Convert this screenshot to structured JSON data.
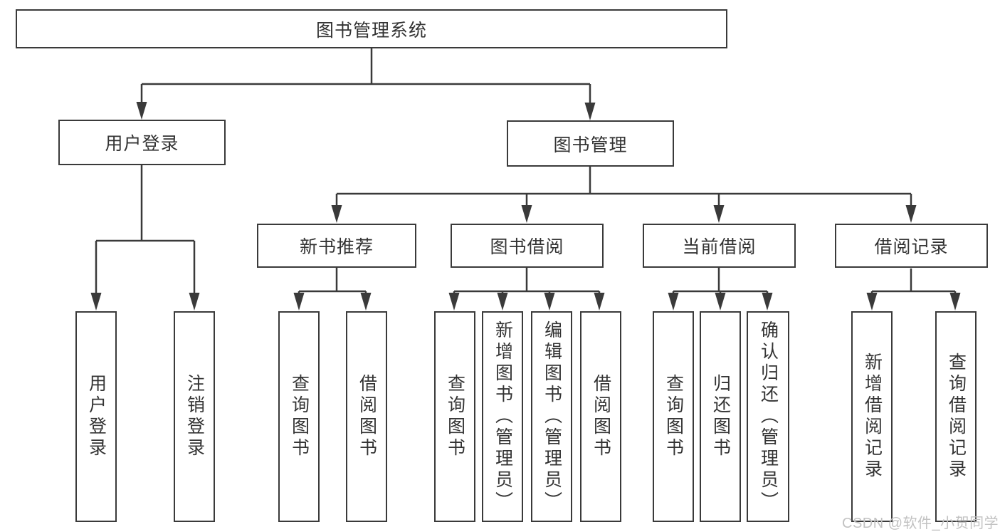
{
  "nodes": {
    "root": "图书管理系统",
    "user_login": "用户登录",
    "book_mgmt": "图书管理",
    "new_book_rec": "新书推荐",
    "book_borrow": "图书借阅",
    "current_borrow": "当前借阅",
    "borrow_record": "借阅记录",
    "ul_user_login": "用户登录",
    "ul_logout": "注销登录",
    "nbr_query_book": "查询图书",
    "nbr_borrow_book": "借阅图书",
    "bb_query_book": "查询图书",
    "bb_add_book": "新增图书（管理员）",
    "bb_edit_book": "编辑图书（管理员）",
    "bb_borrow_book": "借阅图书",
    "cb_query_book": "查询图书",
    "cb_return_book": "归还图书",
    "cb_confirm_return": "确认归还（管理员）",
    "br_add_record": "新增借阅记录",
    "br_query_record": "查询借阅记录"
  },
  "hierarchy": {
    "图书管理系统": {
      "用户登录": [
        "用户登录",
        "注销登录"
      ],
      "图书管理": {
        "新书推荐": [
          "查询图书",
          "借阅图书"
        ],
        "图书借阅": [
          "查询图书",
          "新增图书（管理员）",
          "编辑图书（管理员）",
          "借阅图书"
        ],
        "当前借阅": [
          "查询图书",
          "归还图书",
          "确认归还（管理员）"
        ],
        "借阅记录": [
          "新增借阅记录",
          "查询借阅记录"
        ]
      }
    }
  },
  "watermark": {
    "text": "CSDN @软件_小贺同学"
  },
  "colors": {
    "line": "#3a3a3a",
    "text": "#333333",
    "box_bg": "#ffffff",
    "page_bg": "#ffffff",
    "watermark": "#c2c2c2"
  }
}
